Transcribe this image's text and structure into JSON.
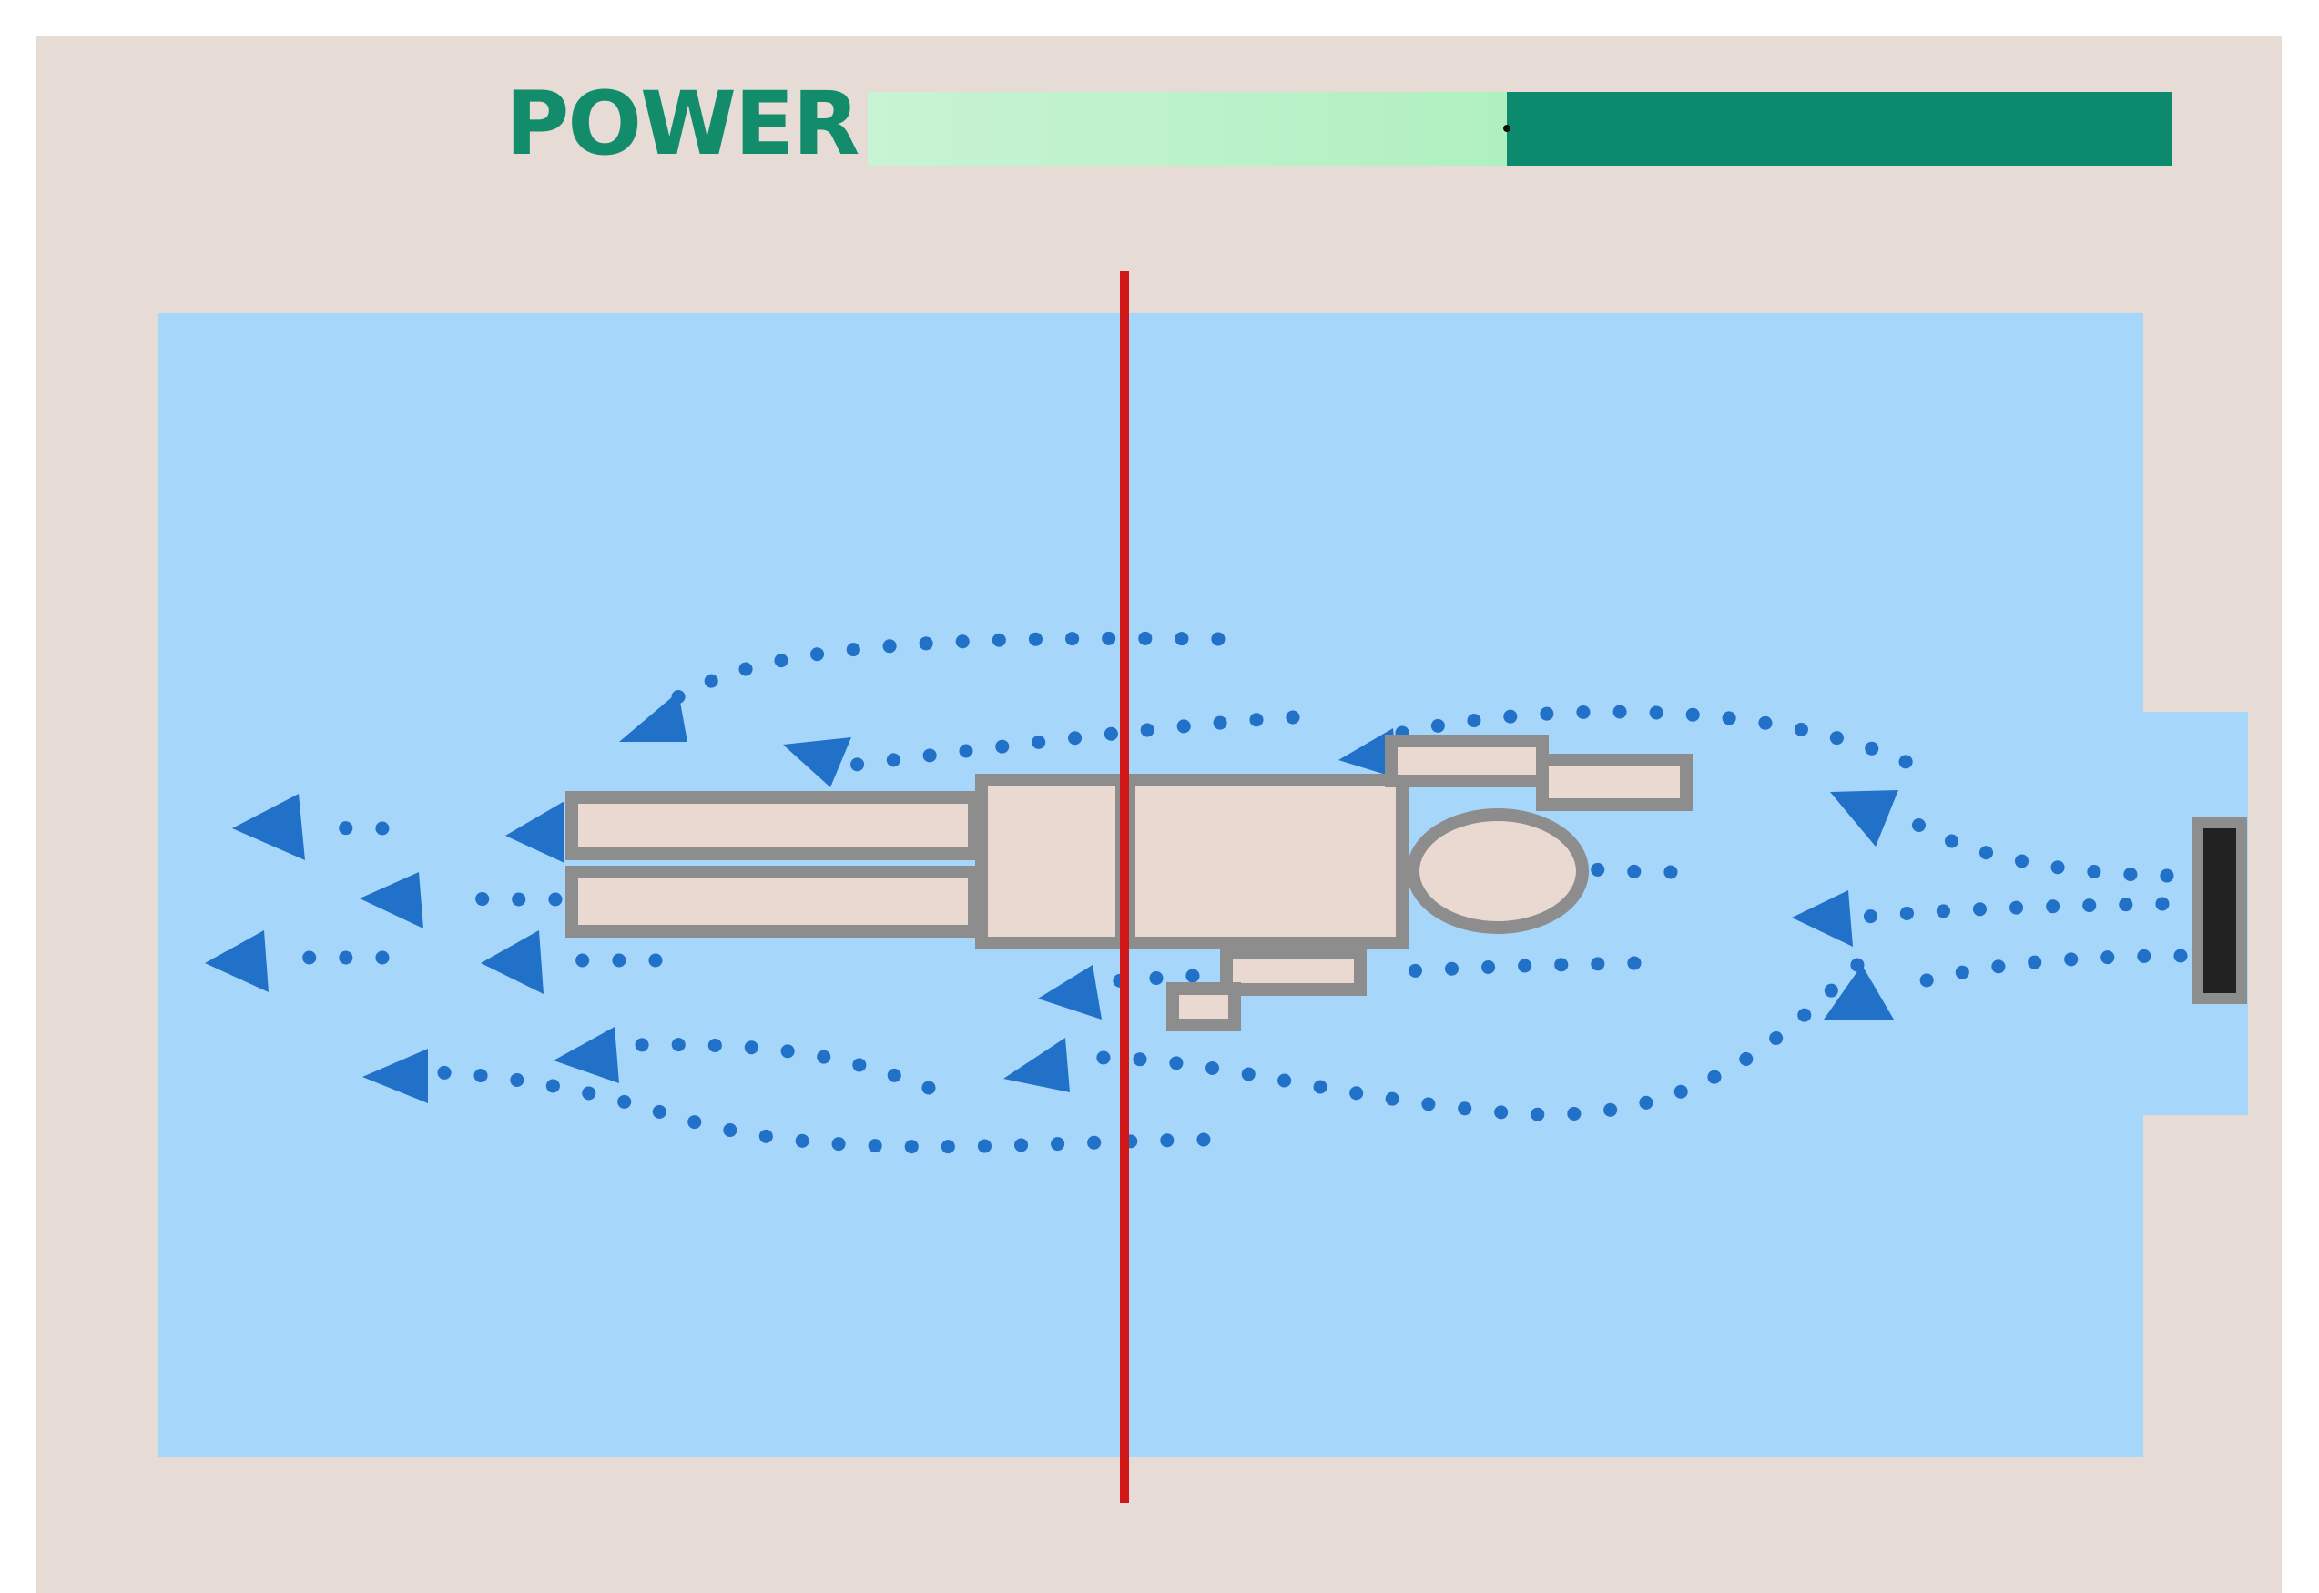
{
  "hud": {
    "power_label": "POWER",
    "power_level": 0.49,
    "colors": {
      "label": "#128c6b",
      "bar_full": "#0b8a6e",
      "bar_fill": "#b8f1cb"
    }
  },
  "scene": {
    "colors": {
      "water": "#a7d6fb",
      "background": "#e6dcd5",
      "flow_arrows": "#2271c8",
      "vessel_outline": "#8d8d8d",
      "vessel_fill": "#ead9d1",
      "center_line": "#d01616",
      "thruster": "#222222"
    },
    "objects": [
      "water-tank",
      "submarine-model",
      "red-center-line",
      "flow-arrows",
      "thruster-source"
    ]
  }
}
